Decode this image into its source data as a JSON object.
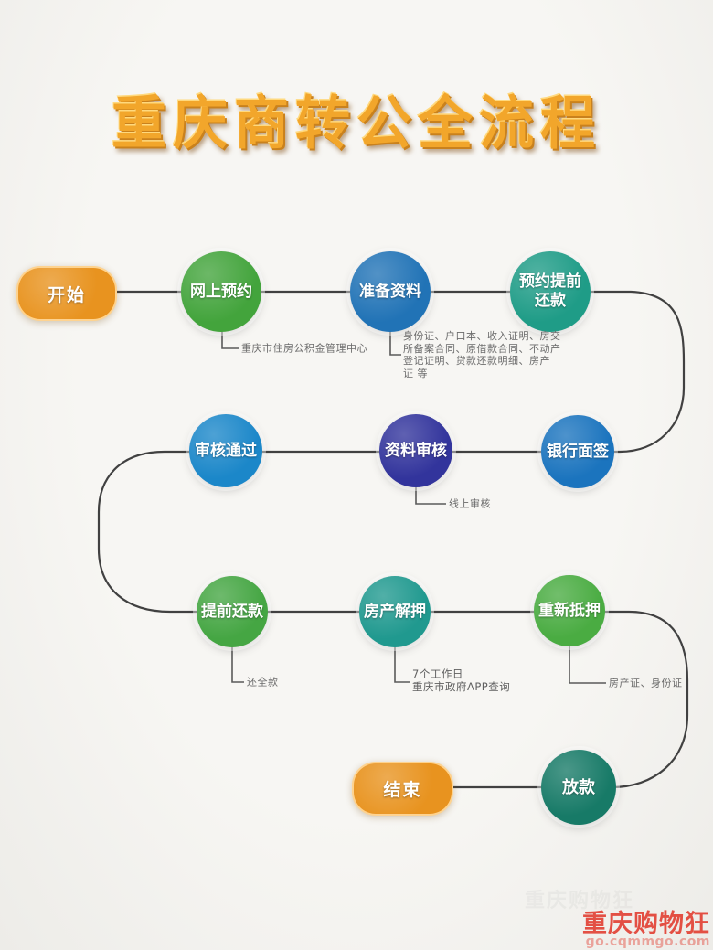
{
  "title": "重庆商转公全流程",
  "colors": {
    "background": "#f3f2ef",
    "flow_line": "#414141",
    "note_line": "#5a5a5a",
    "note_text": "#6b6b6b",
    "title_gold": "#f2a62b"
  },
  "nodes": {
    "start": {
      "label": "开始",
      "color": "#e8931f"
    },
    "online_booking": {
      "label": "网上预约",
      "color": "#43a43c",
      "note": "重庆市住房公积金管理中心"
    },
    "prepare_materials": {
      "label": "准备资料",
      "color": "#2173b6",
      "note": "身份证、户口本、收入证明、房交\n所备案合同、原借款合同、不动产\n登记证明、贷款还款明细、房产\n证 等"
    },
    "reserve_prepayment": {
      "label": "预约提前\n还款",
      "color": "#1f9c87"
    },
    "bank_interview": {
      "label": "银行面签",
      "color": "#1b74be"
    },
    "material_review": {
      "label": "资料审核",
      "color": "#32349c",
      "note": "线上审核"
    },
    "review_passed": {
      "label": "审核通过",
      "color": "#1b87c9"
    },
    "early_repayment": {
      "label": "提前还款",
      "color": "#45a643",
      "note": "还全款"
    },
    "property_release": {
      "label": "房产解押",
      "color": "#20998f",
      "note": "7个工作日\n重庆市政府APP查询"
    },
    "remortgage": {
      "label": "重新抵押",
      "color": "#4aac42",
      "note": "房产证、身份证"
    },
    "loan_disbursement": {
      "label": "放款",
      "color": "#177a67"
    },
    "end": {
      "label": "结束",
      "color": "#e8931f"
    }
  },
  "watermark": {
    "brand": "重庆购物狂",
    "url": "go.cqmmgo.com",
    "color": "#e23a2d"
  }
}
